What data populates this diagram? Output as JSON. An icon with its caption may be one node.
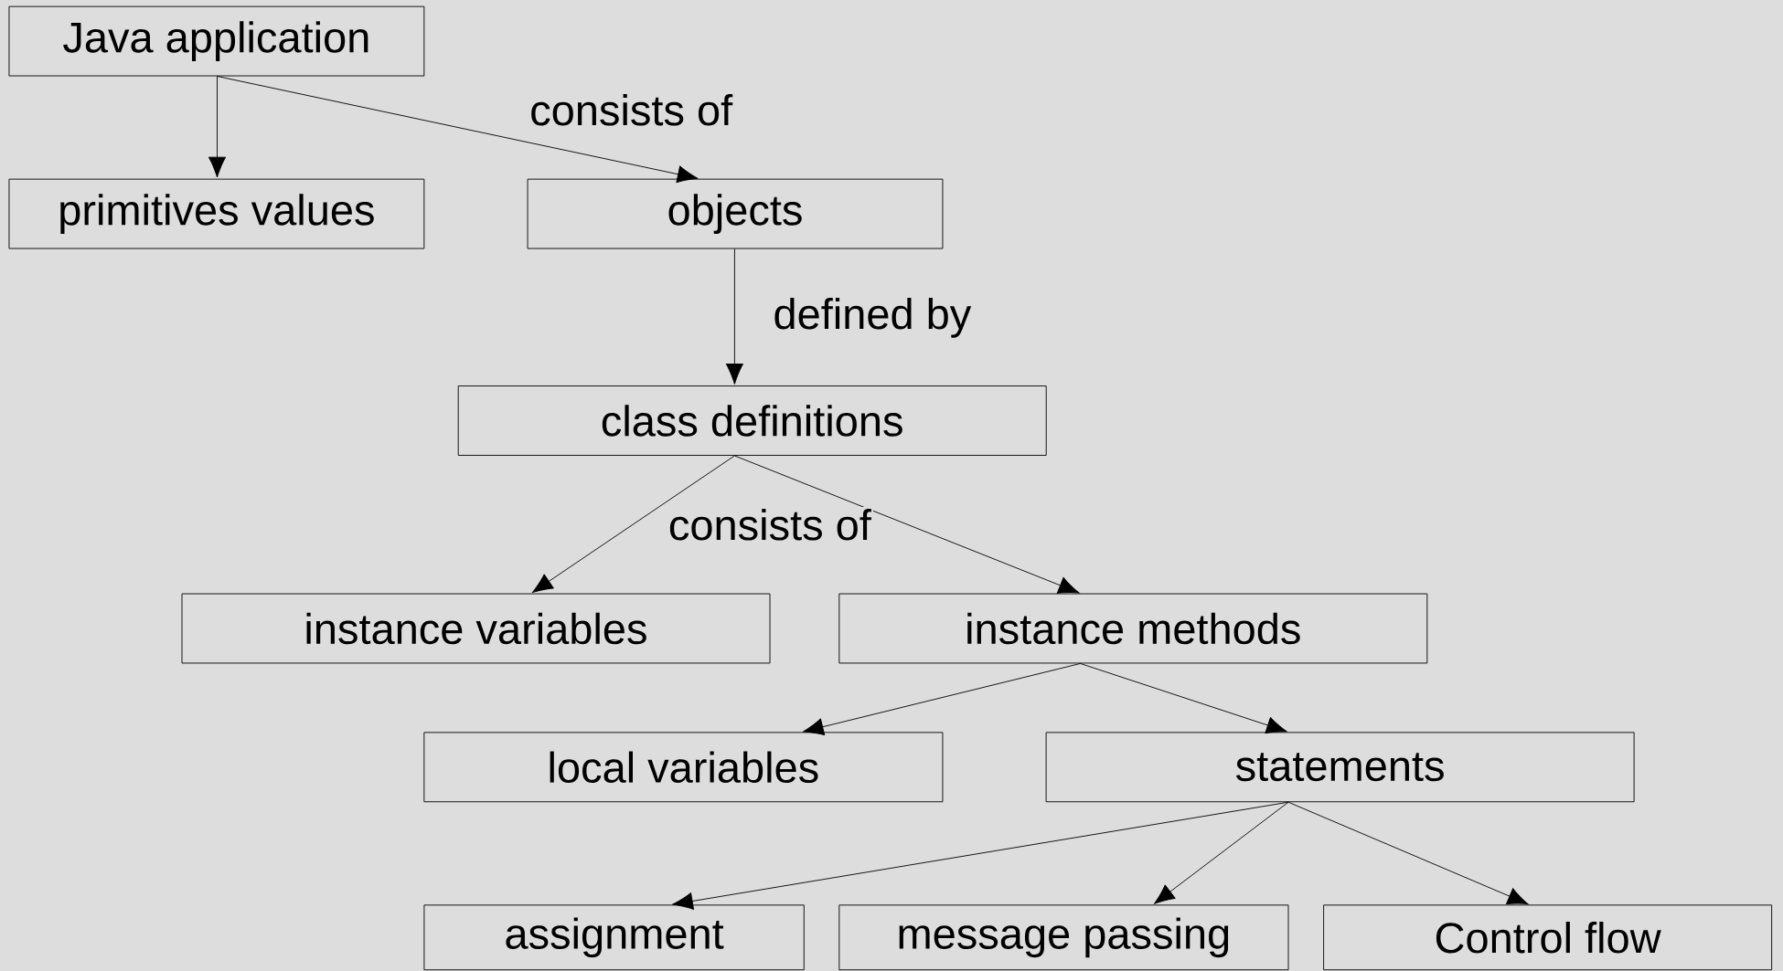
{
  "diagram": {
    "nodes": [
      {
        "text": [
          "Java application"
        ]
      },
      {
        "text": [
          "primitives values"
        ]
      },
      {
        "text": [
          "objects"
        ]
      },
      {
        "text": [
          "class definitions"
        ]
      },
      {
        "text": [
          "instance variables"
        ]
      },
      {
        "text": [
          "instance methods"
        ]
      },
      {
        "text": [
          "local variables"
        ]
      },
      {
        "text": [
          "statements"
        ]
      },
      {
        "text": [
          "assignment"
        ]
      },
      {
        "text": [
          "message passing"
        ]
      },
      {
        "text": [
          "Control flow"
        ]
      }
    ],
    "edges": [
      {
        "from": 0,
        "to": 1,
        "arrow": "to"
      },
      {
        "from": 0,
        "to": 2,
        "arrow": "to",
        "label": "consists of"
      },
      {
        "from": 2,
        "to": 3,
        "arrow": "to",
        "label": "defined by"
      },
      {
        "from": 3,
        "to": 4,
        "arrow": "to",
        "label": "consists of"
      },
      {
        "from": 3,
        "to": 5,
        "arrow": "to"
      },
      {
        "from": 5,
        "to": 6,
        "arrow": "to"
      },
      {
        "from": 5,
        "to": 7,
        "arrow": "to"
      },
      {
        "from": 7,
        "to": 8,
        "arrow": "to"
      },
      {
        "from": 7,
        "to": 9,
        "arrow": "to"
      },
      {
        "from": 7,
        "to": 10,
        "arrow": "to"
      }
    ]
  }
}
